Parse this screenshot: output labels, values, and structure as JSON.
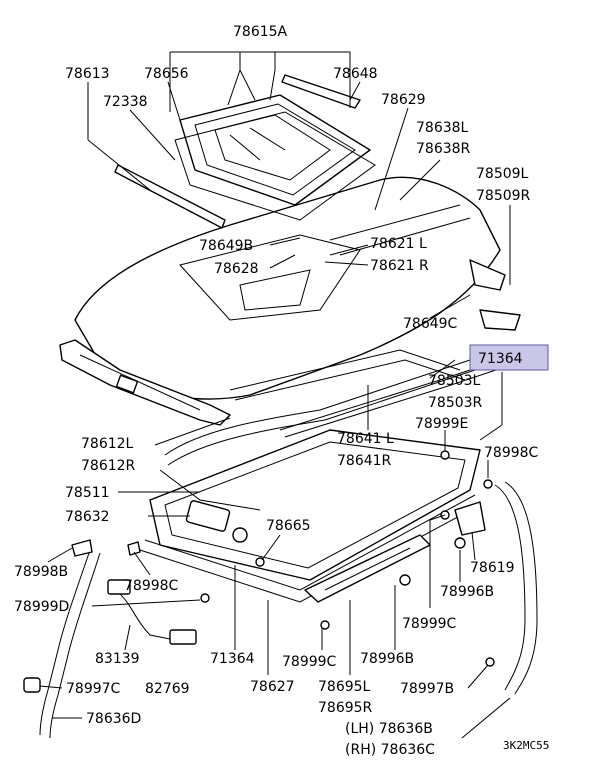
{
  "diagram": {
    "code": "3K2MC55",
    "highlighted_part": "71364",
    "highlight_color": "#c9c6e8",
    "labels": {
      "p78615A": "78615A",
      "p78613": "78613",
      "p78656": "78656",
      "p78648": "78648",
      "p72338": "72338",
      "p78629": "78629",
      "p78638L": "78638L",
      "p78638R": "78638R",
      "p78509L": "78509L",
      "p78509R": "78509R",
      "p78649B": "78649B",
      "p78621L": "78621 L",
      "p78628": "78628",
      "p78621R": "78621 R",
      "p78649C": "78649C",
      "p71364_top": "71364",
      "p78503L": "78503L",
      "p78503R": "78503R",
      "p78612L": "78612L",
      "p78641L": "78641 L",
      "p78999E": "78999E",
      "p78612R": "78612R",
      "p78641R": "78641R",
      "p78998C_r": "78998C",
      "p78511": "78511",
      "p78632": "78632",
      "p78665": "78665",
      "p78998B": "78998B",
      "p78998C_l": "78998C",
      "p78619": "78619",
      "p78999D": "78999D",
      "p78996B_r": "78996B",
      "p78999C_r": "78999C",
      "p83139": "83139",
      "p71364_bot": "71364",
      "p78999C_b": "78999C",
      "p78996B_b": "78996B",
      "p78997C": "78997C",
      "p82769": "82769",
      "p78627": "78627",
      "p78695L": "78695L",
      "p78997B": "78997B",
      "p78695R": "78695R",
      "p78636D": "78636D",
      "p78636B": "(LH) 78636B",
      "p78636C": "(RH) 78636C"
    }
  }
}
